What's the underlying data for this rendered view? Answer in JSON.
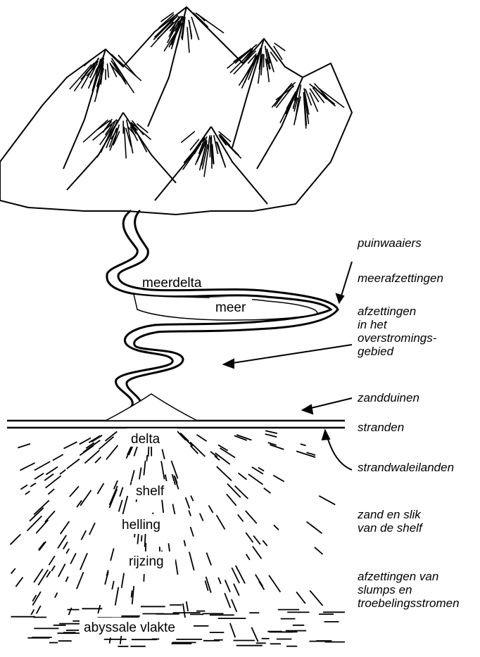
{
  "diagram": {
    "inline_labels": {
      "meerdelta": "meerdelta",
      "meer": "meer",
      "delta": "delta",
      "shelf": "shelf",
      "helling": "helling",
      "rijzing": "rijzing",
      "abyssale_vlakte": "abyssale vlakte"
    },
    "side_labels": {
      "puinwaaiers": "puinwaaiers",
      "meerafzettingen": "meerafzettingen",
      "overstroming": "afzettingen\nin het\noverstromings-\ngebied",
      "zandduinen": "zandduinen",
      "stranden": "stranden",
      "strandwaleilanden": "strandwaleilanden",
      "shelf_sediment": "zand en slik\nvan de shelf",
      "slumps": "afzettingen van\nslumps en\ntroebelingsstromen"
    },
    "colors": {
      "ink": "#000000",
      "paper": "#ffffff"
    }
  }
}
